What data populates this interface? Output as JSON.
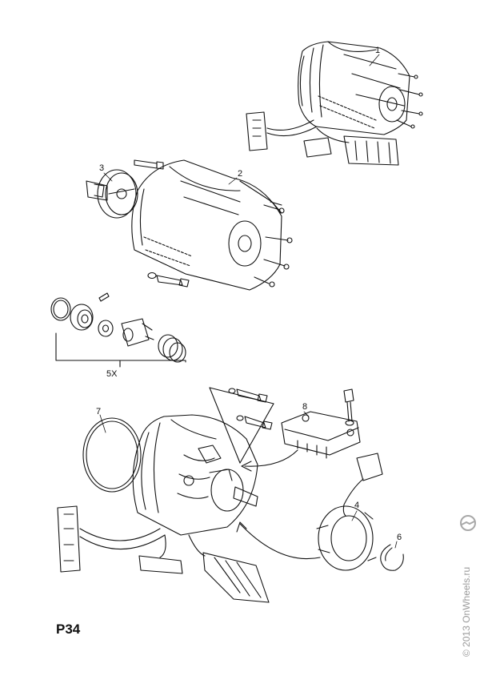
{
  "page_code": "P34",
  "callouts": {
    "c1": "1",
    "c2": "2",
    "c3": "3",
    "c4": "4",
    "c5x": "5X",
    "c6": "6",
    "c7": "7",
    "c8": "8"
  },
  "watermark": {
    "text": "© 2013 OnWheels.ru",
    "logo_icon": "opel-logo-icon",
    "color": "#9a9a9a"
  }
}
